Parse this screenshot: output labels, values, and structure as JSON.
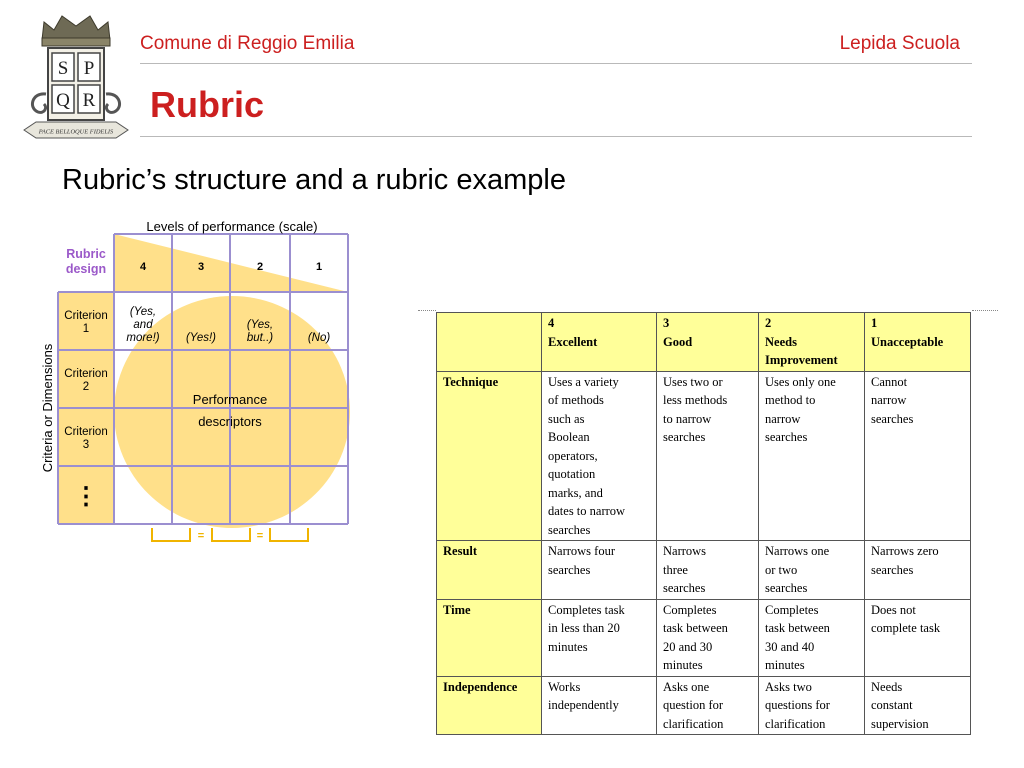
{
  "header": {
    "org": "Comune di Reggio Emilia",
    "program": "Lepida Scuola",
    "title": "Rubric",
    "crest_letters": [
      "S",
      "P",
      "Q",
      "R"
    ],
    "crest_motto": "PACE BELLOQUE FIDELIS"
  },
  "subtitle": "Rubric’s structure and a rubric example",
  "diagram": {
    "scale_label": "Levels of performance (scale)",
    "corner_label": [
      "Rubric",
      "design"
    ],
    "levels": [
      "4",
      "3",
      "2",
      "1"
    ],
    "criteria_axis_label": "Criteria or Dimensions",
    "criteria": [
      [
        "Criterion",
        "1"
      ],
      [
        "Criterion",
        "2"
      ],
      [
        "Criterion",
        "3"
      ]
    ],
    "criteria_more": "⋮",
    "row1_samples": [
      [
        "(Yes,",
        "and",
        "more!)"
      ],
      [
        "(Yes!)"
      ],
      [
        "(Yes,",
        "but..)"
      ],
      [
        "(No)"
      ]
    ],
    "descriptors_label": [
      "Performance",
      "descriptors"
    ],
    "bracket_sep": "="
  },
  "example": {
    "columns": [
      {
        "lines": []
      },
      {
        "lines": [
          "4",
          "Excellent"
        ]
      },
      {
        "lines": [
          "3",
          "Good"
        ]
      },
      {
        "lines": [
          "2",
          "Needs",
          "Improvement"
        ]
      },
      {
        "lines": [
          "1",
          "Unacceptable"
        ]
      }
    ],
    "rows": [
      {
        "head": "Technique",
        "cells": [
          [
            "Uses a variety",
            "of methods",
            "such as",
            "Boolean",
            "operators,",
            "quotation",
            "marks, and",
            "dates to narrow",
            "searches"
          ],
          [
            "Uses two or",
            "less methods",
            "to narrow",
            "searches"
          ],
          [
            "Uses only one",
            "method to",
            "narrow",
            "searches"
          ],
          [
            "Cannot",
            "narrow",
            "searches"
          ]
        ]
      },
      {
        "head": "Result",
        "cells": [
          [
            "Narrows four",
            "searches"
          ],
          [
            "Narrows",
            "three",
            "searches"
          ],
          [
            "Narrows one",
            "or two",
            "searches"
          ],
          [
            "Narrows zero",
            "searches"
          ]
        ]
      },
      {
        "head": "Time",
        "cells": [
          [
            "Completes task",
            "in less than 20",
            "minutes"
          ],
          [
            "Completes",
            "task between",
            "20 and 30",
            "minutes"
          ],
          [
            "Completes",
            "task between",
            "30 and 40",
            "minutes"
          ],
          [
            "Does not",
            "complete task"
          ]
        ]
      },
      {
        "head": "Independence",
        "cells": [
          [
            "Works",
            "independently"
          ],
          [
            "Asks one",
            "question for",
            "clarification"
          ],
          [
            "Asks two",
            "questions for",
            "clarification"
          ],
          [
            "Needs",
            "constant",
            "supervision"
          ]
        ]
      }
    ]
  },
  "colors": {
    "brand_red": "#cc1f1f",
    "diagram_grid": "#9b8fd0",
    "diagram_fill": "#ffe08a",
    "table_header": "#ffff99"
  }
}
